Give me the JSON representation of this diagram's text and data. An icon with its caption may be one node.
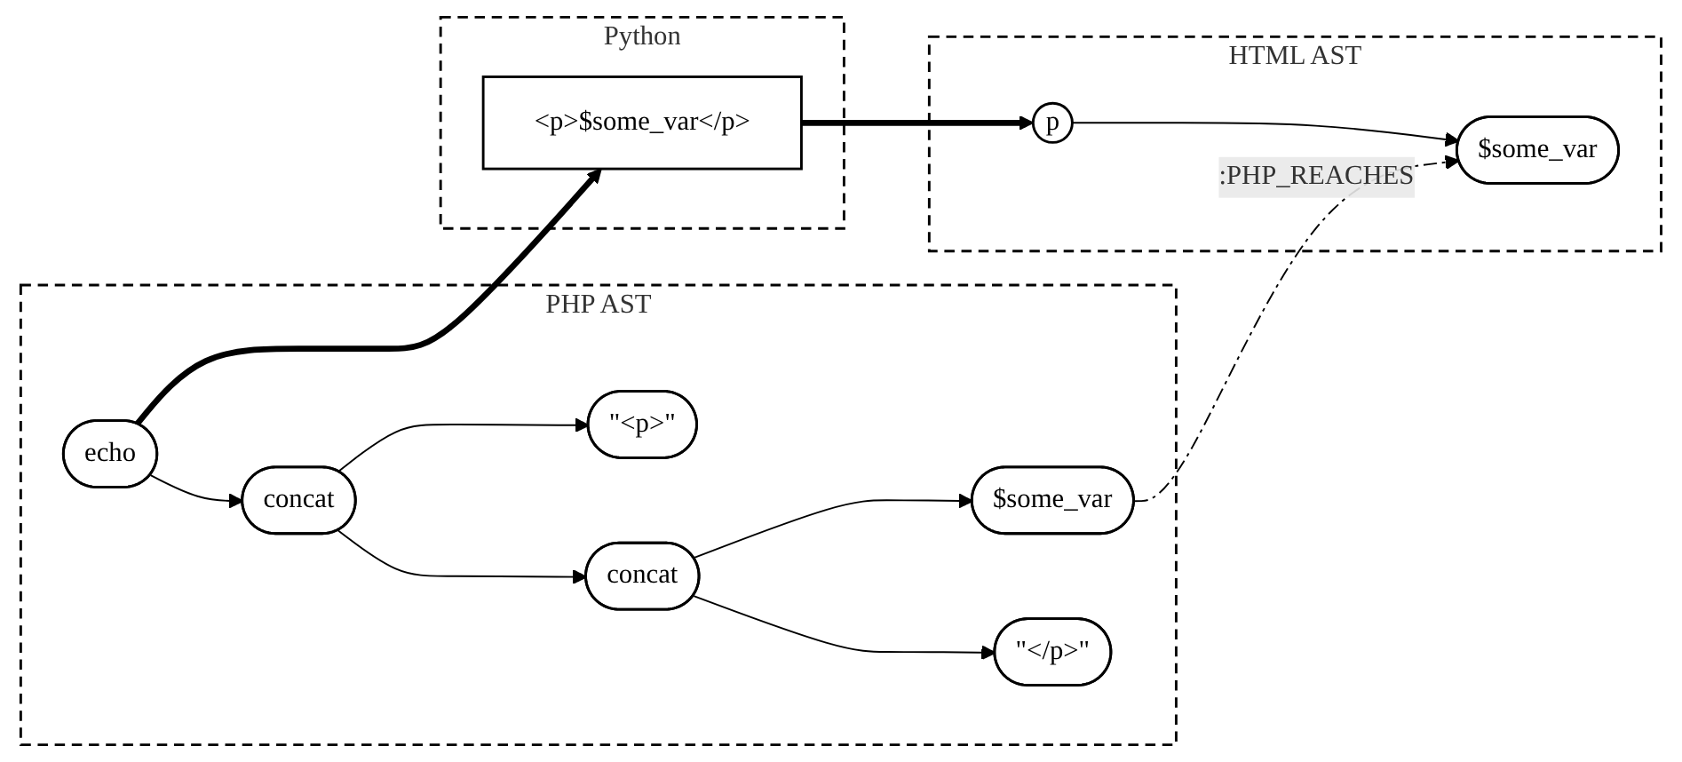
{
  "diagram": {
    "nodes": [
      {
        "text": [
          "PHP AST"
        ]
      },
      {
        "text": [
          "echo"
        ],
        "in": 0
      },
      {
        "text": [
          "concat"
        ],
        "in": 0
      },
      {
        "text": [
          "\"<p>\""
        ],
        "in": 0
      },
      {
        "text": [
          "concat"
        ],
        "in": 0
      },
      {
        "text": [
          "$some_var"
        ],
        "in": 0
      },
      {
        "text": [
          "\"</p>\""
        ],
        "in": 0
      },
      {
        "text": [
          "Python"
        ]
      },
      {
        "text": [
          "<p>$some_var</p>"
        ],
        "in": 7
      },
      {
        "text": [
          "HTML AST"
        ]
      },
      {
        "text": [
          "p"
        ],
        "in": 9
      },
      {
        "text": [
          "$some_var"
        ],
        "in": 9
      }
    ],
    "edges": [
      {
        "from": 1,
        "to": 8,
        "arrow": "to",
        "style": "thick"
      },
      {
        "from": 8,
        "to": 10,
        "arrow": "to",
        "style": "thick"
      },
      {
        "from": 1,
        "to": 2,
        "arrow": "to"
      },
      {
        "from": 2,
        "to": 3,
        "arrow": "to"
      },
      {
        "from": 2,
        "to": 4,
        "arrow": "to"
      },
      {
        "from": 4,
        "to": 5,
        "arrow": "to"
      },
      {
        "from": 4,
        "to": 6,
        "arrow": "to"
      },
      {
        "from": 10,
        "to": 11,
        "arrow": "to"
      },
      {
        "from": 5,
        "to": 11,
        "arrow": "to",
        "style": "dashed",
        "label": ":PHP_REACHES"
      }
    ]
  }
}
